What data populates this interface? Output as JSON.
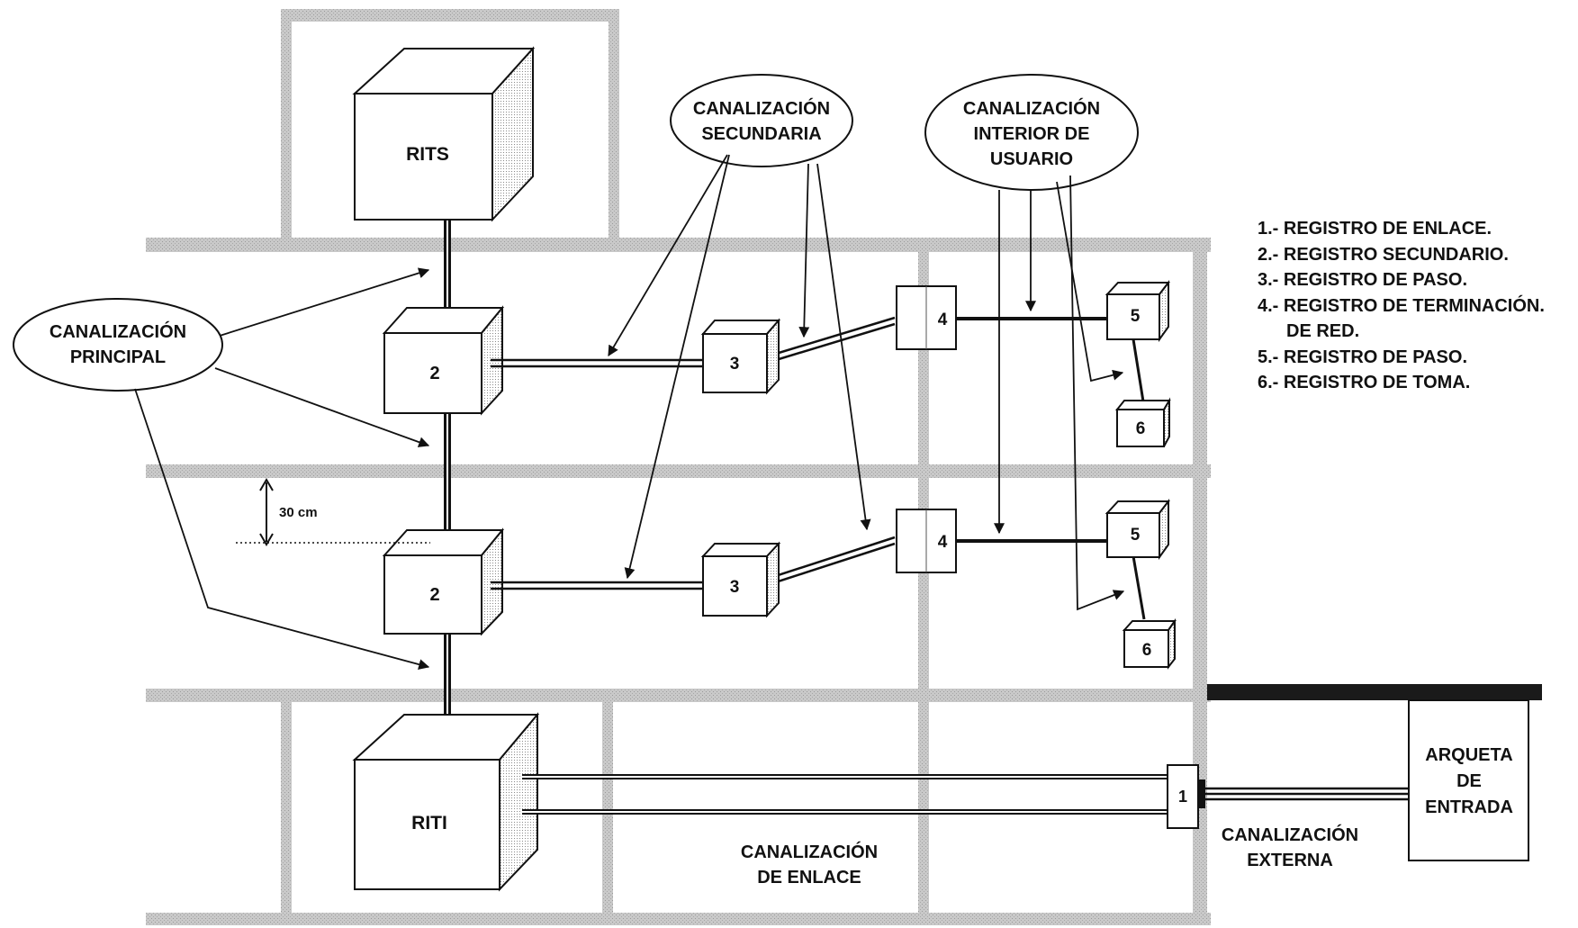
{
  "diagram": {
    "rooms": {
      "top": "RITS",
      "bottom": "RITI",
      "entry": [
        "ARQUETA",
        "DE",
        "ENTRADA"
      ]
    },
    "boxes": {
      "secondary": "2",
      "pass": "3",
      "termination": "4",
      "user_pass": "5",
      "outlet": "6",
      "link": "1"
    },
    "labels": {
      "principal": [
        "CANALIZACIÓN",
        "PRINCIPAL"
      ],
      "secundaria": [
        "CANALIZACIÓN",
        "SECUNDARIA"
      ],
      "interior": [
        "CANALIZACIÓN",
        "INTERIOR DE",
        "USUARIO"
      ],
      "enlace": [
        "CANALIZACIÓN",
        "DE ENLACE"
      ],
      "externa": [
        "CANALIZACIÓN",
        "EXTERNA"
      ],
      "dimension": "30 cm"
    },
    "legend": [
      "1.- REGISTRO DE ENLACE.",
      "2.- REGISTRO SECUNDARIO.",
      "3.- REGISTRO DE PASO.",
      "4.- REGISTRO DE TERMINACIÓN.",
      "DE RED.",
      "5.- REGISTRO DE PASO.",
      "6.- REGISTRO DE TOMA."
    ]
  }
}
